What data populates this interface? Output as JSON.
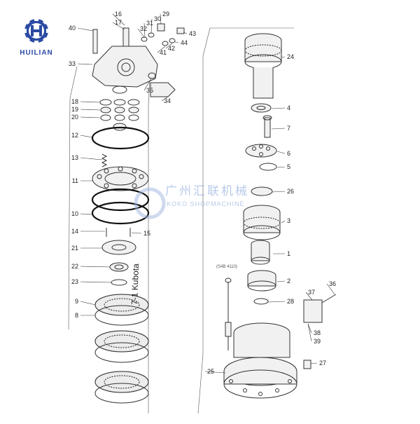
{
  "logo": {
    "text": "HUILIAN",
    "color": "#2b4aa3"
  },
  "watermark": {
    "cn": "广州汇联机械",
    "en": "KOKO SHOPMACHINE",
    "color": "#7f9fd6"
  },
  "note_vertical": "7-1 Kubota",
  "subnote": "(S4B 4110)",
  "labels": [
    "1",
    "2",
    "3",
    "4",
    "5",
    "6",
    "7",
    "8",
    "9",
    "10",
    "11",
    "12",
    "13",
    "14",
    "15",
    "16",
    "17",
    "18",
    "19",
    "20",
    "21",
    "22",
    "23",
    "24",
    "25",
    "26",
    "27",
    "28",
    "29",
    "30",
    "31",
    "32",
    "33",
    "34",
    "35",
    "36",
    "37",
    "38",
    "39",
    "40",
    "41",
    "42",
    "43",
    "44"
  ],
  "colors": {
    "line": "#333333",
    "background": "#ffffff"
  }
}
